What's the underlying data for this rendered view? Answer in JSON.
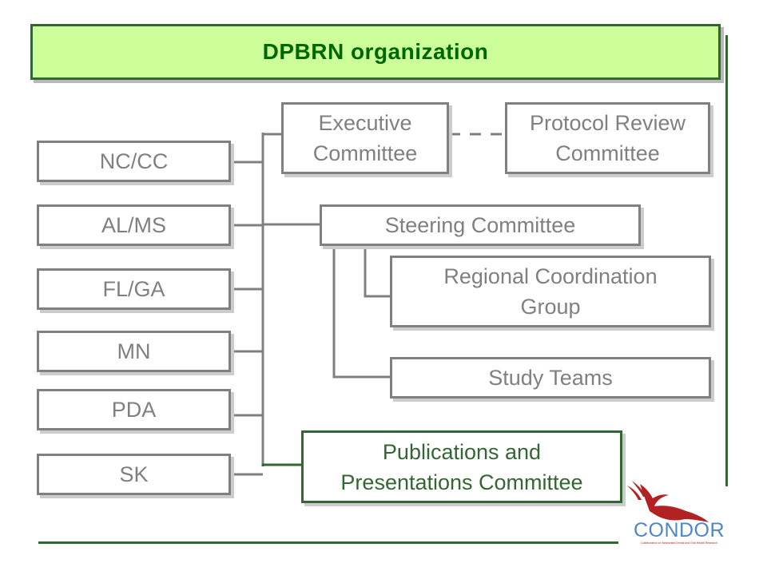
{
  "title": "DPBRN organization",
  "left_nodes": [
    "NC/CC",
    "AL/MS",
    "FL/GA",
    "MN",
    "PDA",
    "SK"
  ],
  "executive": "Executive\nCommittee",
  "protocol_review": "Protocol Review\nCommittee",
  "steering": "Steering Committee",
  "regional": "Regional Coordination\nGroup",
  "study_teams": "Study Teams",
  "publications": "Publications and\nPresentations Committee",
  "logo": {
    "name": "CONDOR",
    "tagline": "Collaboration on Networked Dental and Oral Health Research",
    "colors": {
      "bird": "#b22222",
      "text": "#4f86c6"
    }
  },
  "colors": {
    "accent": "#336633",
    "title_fill": "#ccff99",
    "box_border": "#808080",
    "box_text": "#808080"
  }
}
